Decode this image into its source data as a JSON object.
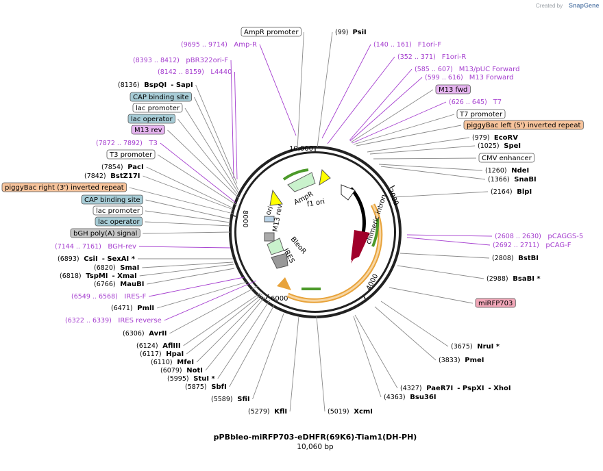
{
  "credit": {
    "prefix": "Created by",
    "brand": "SnapGene"
  },
  "plasmid": {
    "name": "pPBbleo-miRFP703-eDHFR(69K6)-Tiam1(DH-PH)",
    "length_label": "10,060 bp",
    "length_bp": 10060
  },
  "ring_ticks": [
    "2000",
    "4000",
    "6000",
    "8000",
    "10,000"
  ],
  "colors": {
    "primer": "#a53ecf",
    "ring": "#222222",
    "promoter_box": "#ffffff",
    "cap_box": "#a7ccd6",
    "primer_box": "#e6b5f0",
    "piggybac_box": "#f7c49c",
    "polyA_box": "#c6c6c6",
    "miRFP_box": "#f1a7b8"
  },
  "labels": [
    {
      "id": "ampr-promoter",
      "kind": "feature",
      "name": "AmpR promoter",
      "box": "white"
    },
    {
      "id": "psii",
      "kind": "enzyme",
      "name": "PsiI",
      "pos": "(99)"
    },
    {
      "id": "ampr-primer",
      "kind": "primer",
      "name": "Amp-R",
      "pos": "(9695 .. 9714)"
    },
    {
      "id": "f1ori-f",
      "kind": "primer",
      "name": "F1ori-F",
      "pos": "(140 .. 161)"
    },
    {
      "id": "pbr322ori-f",
      "kind": "primer",
      "name": "pBR322ori-F",
      "pos": "(8393 .. 8412)"
    },
    {
      "id": "f1ori-r",
      "kind": "primer",
      "name": "F1ori-R",
      "pos": "(352 .. 371)"
    },
    {
      "id": "l4440",
      "kind": "primer",
      "name": "L4440",
      "pos": "(8142 .. 8159)"
    },
    {
      "id": "m13puc-fwd",
      "kind": "primer",
      "name": "M13/pUC Forward",
      "pos": "(585 .. 607)"
    },
    {
      "id": "bspqi",
      "kind": "enzyme",
      "name": "BspQI",
      "name2": "SapI",
      "pos": "(8136)"
    },
    {
      "id": "m13-forward",
      "kind": "primer",
      "name": "M13 Forward",
      "pos": "(599 .. 616)"
    },
    {
      "id": "m13-fwd-box",
      "kind": "feature",
      "name": "M13 fwd",
      "box": "primer"
    },
    {
      "id": "cap1",
      "kind": "feature",
      "name": "CAP binding site",
      "box": "cap"
    },
    {
      "id": "t7-primer",
      "kind": "primer",
      "name": "T7",
      "pos": "(626 .. 645)"
    },
    {
      "id": "lac-promoter1",
      "kind": "feature",
      "name": "lac promoter",
      "box": "white"
    },
    {
      "id": "t7-promoter",
      "kind": "feature",
      "name": "T7 promoter",
      "box": "white"
    },
    {
      "id": "lac-operator1",
      "kind": "feature",
      "name": "lac operator",
      "box": "cap"
    },
    {
      "id": "pb-left",
      "kind": "feature",
      "name": "piggyBac left (5') inverted repeat",
      "box": "piggybac"
    },
    {
      "id": "m13rev-box",
      "kind": "feature",
      "name": "M13 rev",
      "box": "primer"
    },
    {
      "id": "ecorv",
      "kind": "enzyme",
      "name": "EcoRV",
      "pos": "(979)"
    },
    {
      "id": "t3-primer",
      "kind": "primer",
      "name": "T3",
      "pos": "(7872 .. 7892)"
    },
    {
      "id": "spei",
      "kind": "enzyme",
      "name": "SpeI",
      "pos": "(1025)"
    },
    {
      "id": "t3-promoter",
      "kind": "feature",
      "name": "T3 promoter",
      "box": "white"
    },
    {
      "id": "cmv",
      "kind": "feature",
      "name": "CMV enhancer",
      "box": "white"
    },
    {
      "id": "paci",
      "kind": "enzyme",
      "name": "PacI",
      "pos": "(7854)"
    },
    {
      "id": "ndei",
      "kind": "enzyme",
      "name": "NdeI",
      "pos": "(1260)"
    },
    {
      "id": "bstz17i",
      "kind": "enzyme",
      "name": "BstZ17I",
      "pos": "(7842)"
    },
    {
      "id": "snabi",
      "kind": "enzyme",
      "name": "SnaBI",
      "pos": "(1366)"
    },
    {
      "id": "pb-right",
      "kind": "feature",
      "name": "piggyBac right (3') inverted repeat",
      "box": "piggybac"
    },
    {
      "id": "blpi",
      "kind": "enzyme",
      "name": "BlpI",
      "pos": "(2164)"
    },
    {
      "id": "cap2",
      "kind": "feature",
      "name": "CAP binding site",
      "box": "cap"
    },
    {
      "id": "lac-promoter2",
      "kind": "feature",
      "name": "lac promoter",
      "box": "white"
    },
    {
      "id": "lac-operator2",
      "kind": "feature",
      "name": "lac operator",
      "box": "cap"
    },
    {
      "id": "pcaggs5",
      "kind": "primer",
      "name": "pCAGGS-5",
      "pos": "(2608 .. 2630)"
    },
    {
      "id": "bgh-signal",
      "kind": "feature",
      "name": "bGH poly(A) signal",
      "box": "polyA"
    },
    {
      "id": "pcag-f",
      "kind": "primer",
      "name": "pCAG-F",
      "pos": "(2692 .. 2711)"
    },
    {
      "id": "bgh-rev",
      "kind": "primer",
      "name": "BGH-rev",
      "pos": "(7144 .. 7161)"
    },
    {
      "id": "bstbi",
      "kind": "enzyme",
      "name": "BstBI",
      "pos": "(2808)"
    },
    {
      "id": "csii",
      "kind": "enzyme",
      "name": "CsiI",
      "name2": "SexAI *",
      "pos": "(6893)"
    },
    {
      "id": "smai",
      "kind": "enzyme",
      "name": "SmaI",
      "pos": "(6820)"
    },
    {
      "id": "bsabi",
      "kind": "enzyme",
      "name": "BsaBI *",
      "pos": "(2988)"
    },
    {
      "id": "tspmi",
      "kind": "enzyme",
      "name": "TspMI",
      "name2": "XmaI",
      "pos": "(6818)"
    },
    {
      "id": "maubi",
      "kind": "enzyme",
      "name": "MauBI",
      "pos": "(6766)"
    },
    {
      "id": "ires-f",
      "kind": "primer",
      "name": "IRES-F",
      "pos": "(6549 .. 6568)"
    },
    {
      "id": "mirfp",
      "kind": "feature",
      "name": "miRFP703",
      "box": "mirfp"
    },
    {
      "id": "pmli",
      "kind": "enzyme",
      "name": "PmlI",
      "pos": "(6471)"
    },
    {
      "id": "ires-rev",
      "kind": "primer",
      "name": "IRES reverse",
      "pos": "(6322 .. 6339)"
    },
    {
      "id": "avrii",
      "kind": "enzyme",
      "name": "AvrII",
      "pos": "(6306)"
    },
    {
      "id": "nrui",
      "kind": "enzyme",
      "name": "NruI *",
      "pos": "(3675)"
    },
    {
      "id": "afliii",
      "kind": "enzyme",
      "name": "AflIII",
      "pos": "(6124)"
    },
    {
      "id": "hpai",
      "kind": "enzyme",
      "name": "HpaI",
      "pos": "(6117)"
    },
    {
      "id": "pmei",
      "kind": "enzyme",
      "name": "PmeI",
      "pos": "(3833)"
    },
    {
      "id": "mfei",
      "kind": "enzyme",
      "name": "MfeI",
      "pos": "(6110)"
    },
    {
      "id": "noti",
      "kind": "enzyme",
      "name": "NotI",
      "pos": "(6079)"
    },
    {
      "id": "stui",
      "kind": "enzyme",
      "name": "StuI *",
      "pos": "(5995)"
    },
    {
      "id": "sbfi",
      "kind": "enzyme",
      "name": "SbfI",
      "pos": "(5875)"
    },
    {
      "id": "paer7i",
      "kind": "enzyme",
      "name": "PaeR7I",
      "name2": "PspXI",
      "name3": "XhoI",
      "pos": "(4327)"
    },
    {
      "id": "bsu36i",
      "kind": "enzyme",
      "name": "Bsu36I",
      "pos": "(4363)"
    },
    {
      "id": "sfii",
      "kind": "enzyme",
      "name": "SfiI",
      "pos": "(5589)"
    },
    {
      "id": "kfli",
      "kind": "enzyme",
      "name": "KflI",
      "pos": "(5279)"
    },
    {
      "id": "xcmi",
      "kind": "enzyme",
      "name": "XcmI",
      "pos": "(5019)"
    }
  ],
  "inner_labels": [
    "ori",
    "M13 rev",
    "AmpR",
    "f1 ori",
    "BleoR",
    "IRES",
    "chimeric intron"
  ]
}
